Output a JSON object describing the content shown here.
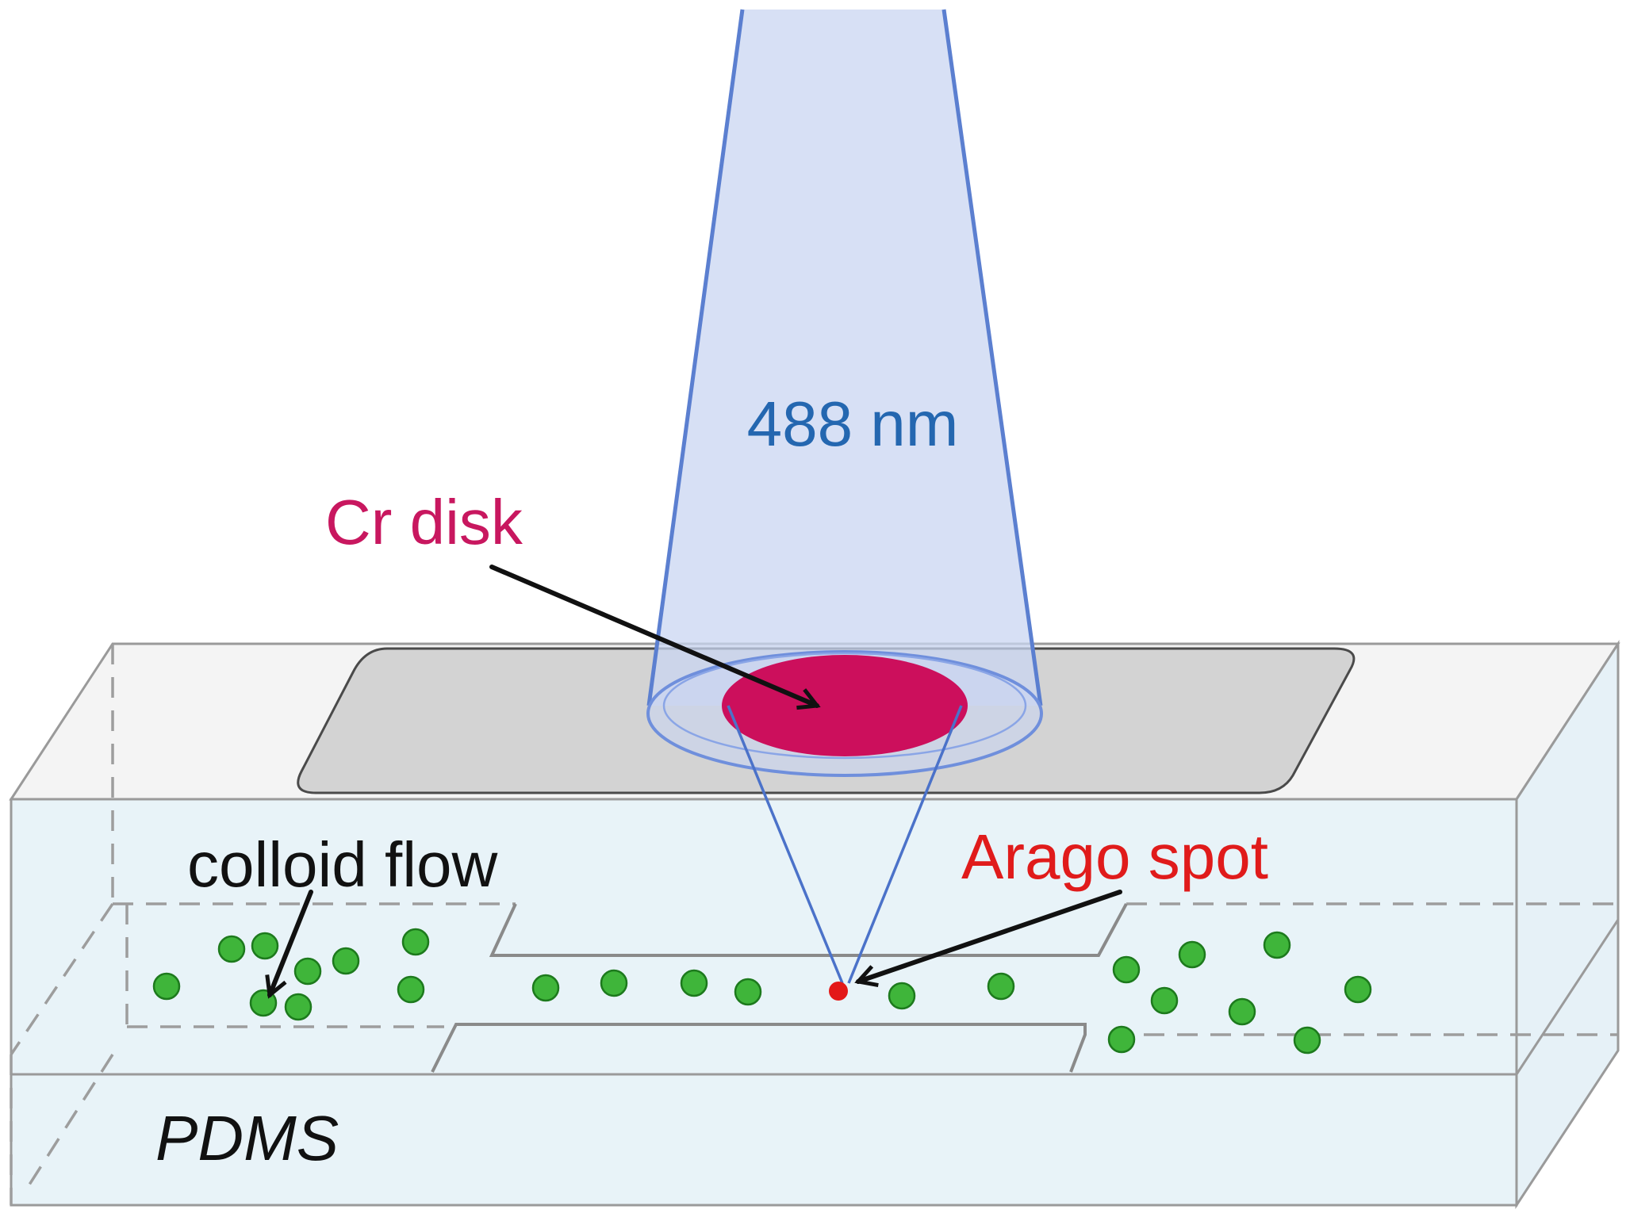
{
  "labels": {
    "wavelength": "488 nm",
    "cr_disk": "Cr disk",
    "colloid_flow": "colloid flow",
    "arago_spot": "Arago spot",
    "pdms": "PDMS"
  },
  "colors": {
    "beam_fill": "#c9d5f2",
    "beam_edge": "#5b7fd0",
    "wavelength_text": "#2467b0",
    "cr_disk": "#cc0f5c",
    "cr_disk_text": "#c8175f",
    "arago_text": "#e01b1b",
    "arago_dot": "#e31818",
    "particle": "#3fb53a",
    "particle_edge": "#1d7a1d",
    "chip_fill": "#e8f3f8",
    "chip_top": "#f3f3f3",
    "chip_edge": "#9a9a9a",
    "cover_plate": "#d4d4d4",
    "channel_edge": "#8a8a8a",
    "text_dark": "#111111"
  },
  "icons": {
    "particle": "green-bead",
    "arrow": "black-arrow"
  }
}
